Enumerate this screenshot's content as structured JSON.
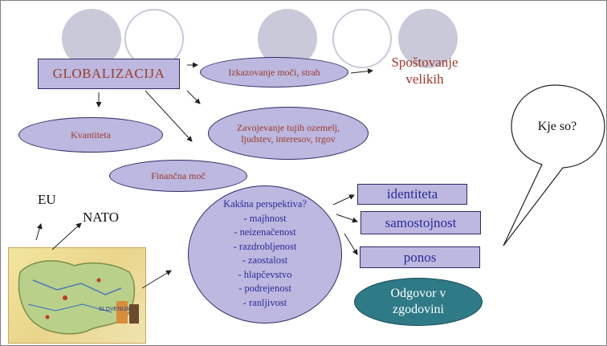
{
  "title_box": "GLOBALIZACIJA",
  "ovals": {
    "moc": "Izkazovanje moči, strah",
    "zavojevanje": [
      "Zavojevanje tujih ozemelj,",
      "ljudstev, interesov, trgov"
    ],
    "kvantiteta": "Kvantiteta",
    "financna": "Finančna moč"
  },
  "spostovanje": [
    "Spoštovanje",
    "velikih"
  ],
  "labels": {
    "eu": "EU",
    "nato": "NATO"
  },
  "perspektiva": {
    "heading": "Kakšna perspektiva?",
    "items": [
      "- majhnost",
      "- neizenačenost",
      "- razdrobljenost",
      "- zaostalost",
      "- hlapčevstvo",
      "- podrejenost",
      "- ranljivost"
    ]
  },
  "outcomes": [
    "identiteta",
    "samostojnost",
    "ponos"
  ],
  "odgovor": [
    "Odgovor v",
    "zgodovini"
  ],
  "bubble": "Kje so?",
  "map": {
    "label_center": "SLOVENIJA"
  },
  "colors": {
    "fill": "#bcb8df",
    "stroke": "#2e2b66",
    "red_text": "#9b3b2c",
    "blue_text": "#2b2a9a",
    "teal": "#2e7a86"
  }
}
